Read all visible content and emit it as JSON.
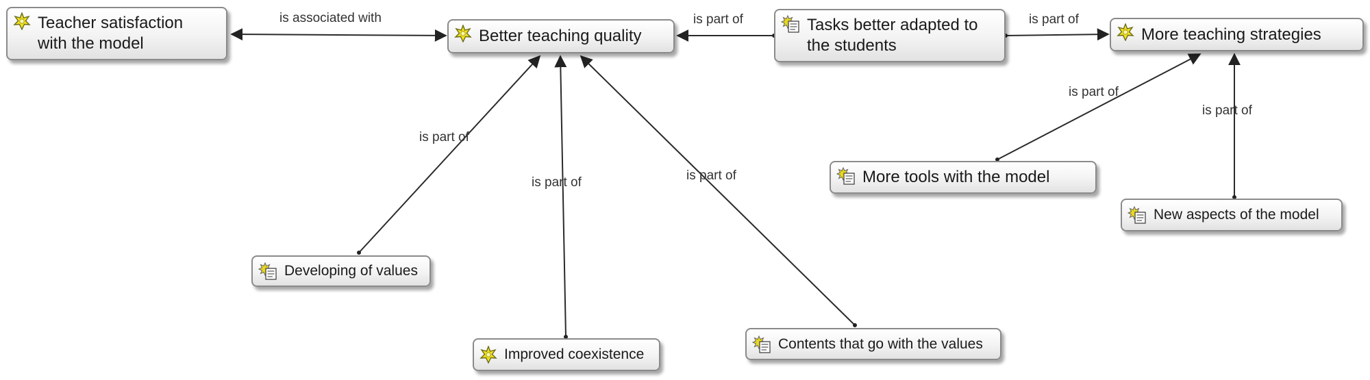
{
  "nodes": [
    {
      "id": "teacher-satisfaction",
      "label": "Teacher satisfaction\nwith the model",
      "icon": "star-icon"
    },
    {
      "id": "better-teaching-quality",
      "label": "Better teaching quality",
      "icon": "star-icon"
    },
    {
      "id": "tasks-better-adapted",
      "label": "Tasks better adapted to\nthe students",
      "icon": "note-icon"
    },
    {
      "id": "more-teaching-strategies",
      "label": "More teaching strategies",
      "icon": "star-icon"
    },
    {
      "id": "more-tools",
      "label": "More tools with the model",
      "icon": "note-icon"
    },
    {
      "id": "new-aspects",
      "label": "New aspects of the model",
      "icon": "note-icon"
    },
    {
      "id": "developing-values",
      "label": "Developing of values",
      "icon": "note-icon"
    },
    {
      "id": "improved-coexistence",
      "label": "Improved coexistence",
      "icon": "star-icon"
    },
    {
      "id": "contents-values",
      "label": "Contents that go with the values",
      "icon": "note-icon"
    }
  ],
  "edges": [
    {
      "from": "teacher-satisfaction",
      "to": "better-teaching-quality",
      "label": "is associated with",
      "bidirectional": true
    },
    {
      "from": "tasks-better-adapted",
      "to": "better-teaching-quality",
      "label": "is part of"
    },
    {
      "from": "tasks-better-adapted",
      "to": "more-teaching-strategies",
      "label": "is part of"
    },
    {
      "from": "more-tools",
      "to": "more-teaching-strategies",
      "label": "is part of"
    },
    {
      "from": "new-aspects",
      "to": "more-teaching-strategies",
      "label": "is part of"
    },
    {
      "from": "developing-values",
      "to": "better-teaching-quality",
      "label": "is part of"
    },
    {
      "from": "improved-coexistence",
      "to": "better-teaching-quality",
      "label": "is part of"
    },
    {
      "from": "contents-values",
      "to": "better-teaching-quality",
      "label": "is part of"
    }
  ]
}
